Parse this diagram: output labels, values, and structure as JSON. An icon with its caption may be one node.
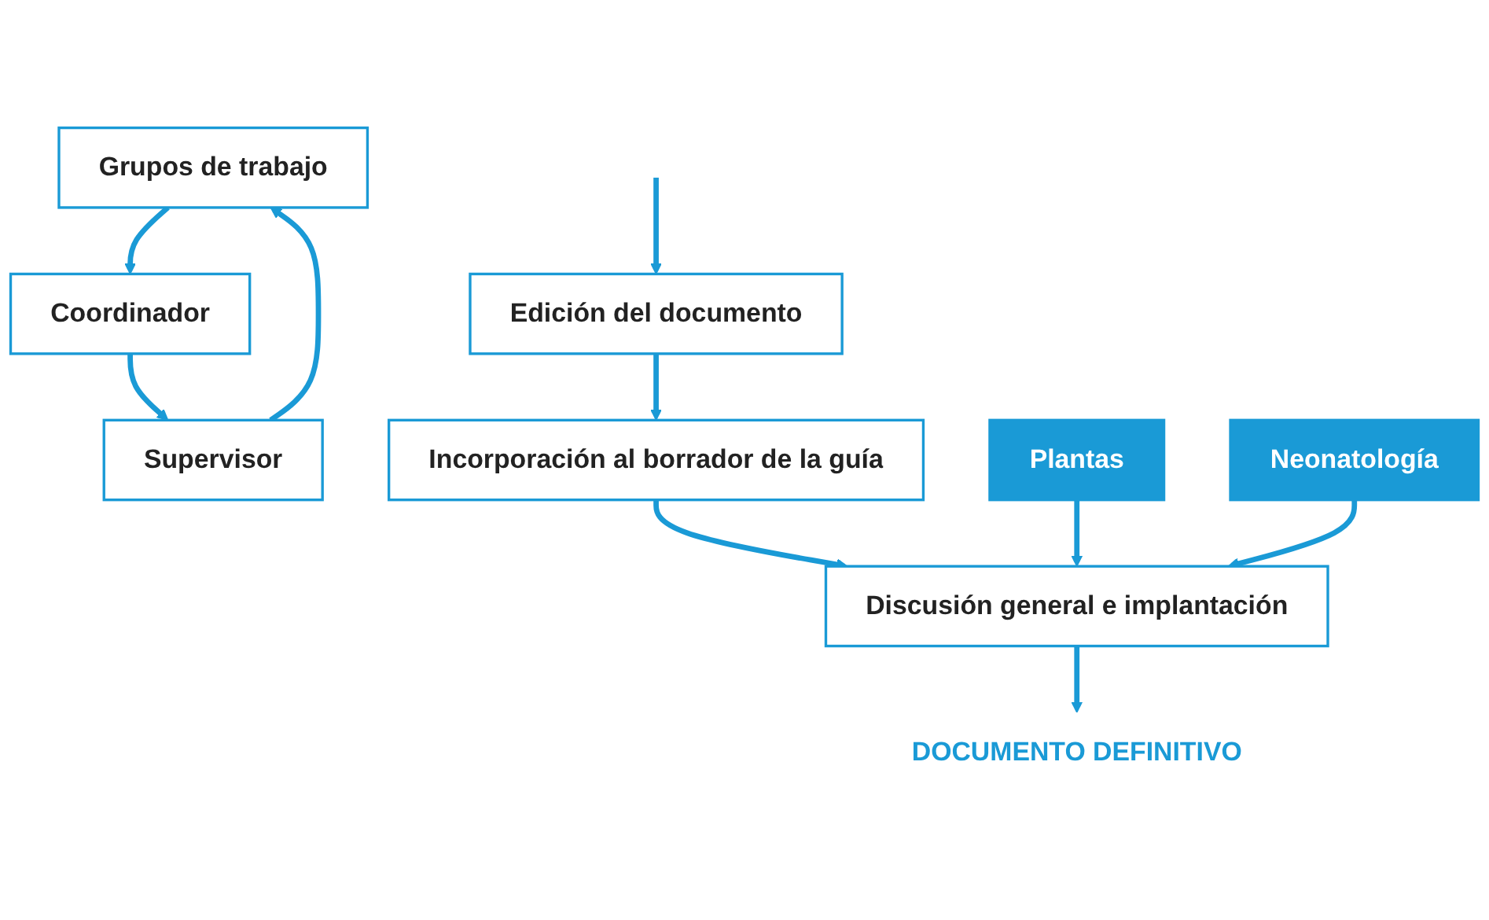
{
  "diagram": {
    "nodes": [
      {
        "text": [
          "Grupos de trabajo"
        ]
      },
      {
        "text": [
          "Coordinador"
        ]
      },
      {
        "text": [
          "Supervisor"
        ]
      },
      {
        "text": [
          "Edición del documento"
        ]
      },
      {
        "text": [
          "Incorporación al borrador de la guía"
        ]
      },
      {
        "text": [
          "Plantas"
        ]
      },
      {
        "text": [
          "Discusión general e implantación"
        ]
      },
      {
        "text": [
          "Neonatología"
        ]
      },
      {
        "text": [
          "DOCUMENTO DEFINITIVO"
        ]
      }
    ],
    "edges": [
      {
        "from": 0,
        "to": 1,
        "arrow": "to"
      },
      {
        "from": 1,
        "to": 2,
        "arrow": "to"
      },
      {
        "from": 2,
        "to": 0,
        "arrow": "to"
      },
      {
        "from": null,
        "to": 3,
        "arrow": "to"
      },
      {
        "from": 3,
        "to": 4,
        "arrow": "to"
      },
      {
        "from": 4,
        "to": 6,
        "arrow": "to"
      },
      {
        "from": 5,
        "to": 6,
        "arrow": "to"
      },
      {
        "from": 7,
        "to": 6,
        "arrow": "to"
      },
      {
        "from": 6,
        "to": 8,
        "arrow": "to"
      }
    ]
  }
}
